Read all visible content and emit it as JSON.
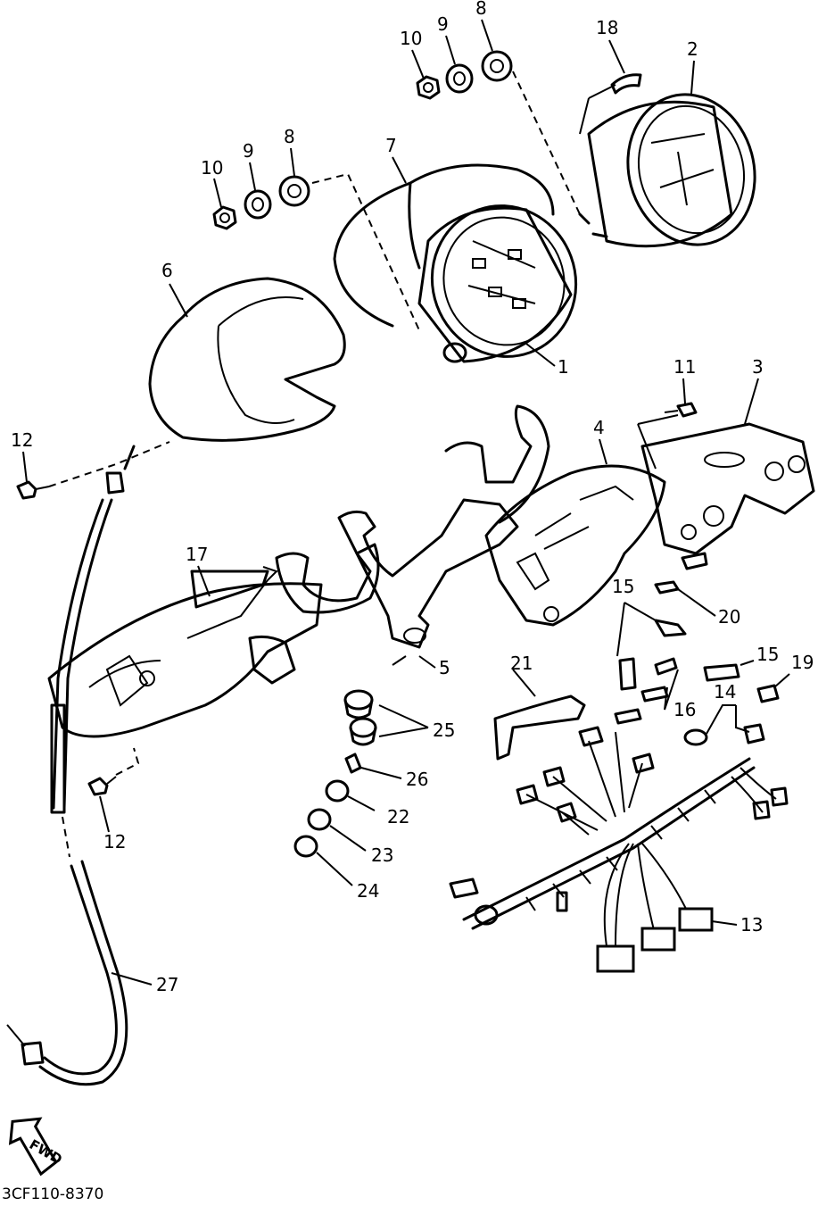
{
  "diagram": {
    "part_labels": {
      "p1": "1",
      "p2": "2",
      "p3": "3",
      "p4": "4",
      "p5": "5",
      "p6": "6",
      "p7": "7",
      "p8a": "8",
      "p8b": "8",
      "p9a": "9",
      "p9b": "9",
      "p10a": "10",
      "p10b": "10",
      "p11": "11",
      "p12a": "12",
      "p12b": "12",
      "p13": "13",
      "p14": "14",
      "p15a": "15",
      "p15b": "15",
      "p16": "16",
      "p17": "17",
      "p18": "18",
      "p19": "19",
      "p20": "20",
      "p21": "21",
      "p22": "22",
      "p23": "23",
      "p24": "24",
      "p25": "25",
      "p26": "26",
      "p27": "27"
    },
    "direction_label": "FWD",
    "drawing_code": "3CF110-8370"
  }
}
